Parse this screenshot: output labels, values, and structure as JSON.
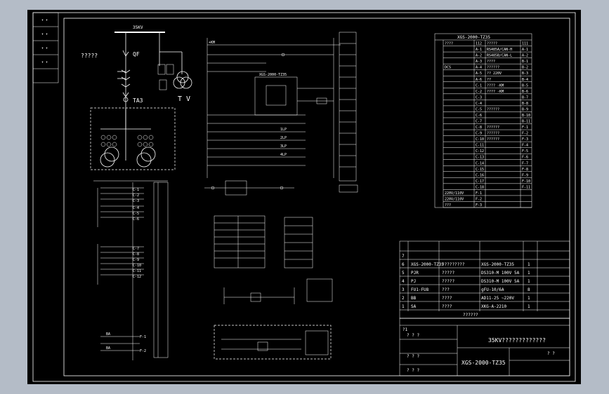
{
  "drawing": {
    "bus_label": "35KV",
    "placeholder_label": "?????",
    "qf_label": "QF",
    "ta_label": "TA3",
    "tv_label": "T V",
    "unit_label": "XGS-2000-TZ35"
  },
  "terminal_table": {
    "title": "XGS-2000-TZ35",
    "rows": [
      {
        "a": "????",
        "b": "112",
        "c": "?????",
        "d": "111"
      },
      {
        "a": "",
        "b": "A-1",
        "c": "RS485A/CAN-H",
        "d": "A-1"
      },
      {
        "a": "",
        "b": "A-2",
        "c": "RS485B/CAN-L",
        "d": "A-2"
      },
      {
        "a": "",
        "b": "A-3",
        "c": "????",
        "d": "B-1"
      },
      {
        "a": "DCS",
        "b": "A-4",
        "c": "??????",
        "d": "B-2"
      },
      {
        "a": "",
        "b": "A-5",
        "c": "?? 220V",
        "d": "B-3"
      },
      {
        "a": "",
        "b": "A-6",
        "c": "??",
        "d": "B-4"
      },
      {
        "a": "",
        "b": "C-1",
        "c": "???? -KM",
        "d": "B-5"
      },
      {
        "a": "",
        "b": "C-2",
        "c": "???? -KM",
        "d": "B-6"
      },
      {
        "a": "",
        "b": "C-3",
        "c": "",
        "d": "B-7"
      },
      {
        "a": "",
        "b": "C-4",
        "c": "",
        "d": "B-8"
      },
      {
        "a": "",
        "b": "C-5",
        "c": "??????",
        "d": "B-9"
      },
      {
        "a": "",
        "b": "C-6",
        "c": "",
        "d": "B-10"
      },
      {
        "a": "",
        "b": "C-7",
        "c": "",
        "d": "B-11"
      },
      {
        "a": "",
        "b": "C-8",
        "c": "??????",
        "d": "F-1"
      },
      {
        "a": "",
        "b": "C-9",
        "c": "??????",
        "d": "F-2"
      },
      {
        "a": "",
        "b": "C-10",
        "c": "??????",
        "d": "F-3"
      },
      {
        "a": "",
        "b": "C-11",
        "c": "",
        "d": "F-4"
      },
      {
        "a": "",
        "b": "C-12",
        "c": "",
        "d": "F-5"
      },
      {
        "a": "",
        "b": "C-13",
        "c": "",
        "d": "F-6"
      },
      {
        "a": "",
        "b": "C-14",
        "c": "",
        "d": "F-7"
      },
      {
        "a": "",
        "b": "C-15",
        "c": "",
        "d": "F-8"
      },
      {
        "a": "",
        "b": "C-16",
        "c": "",
        "d": "F-9"
      },
      {
        "a": "",
        "b": "C-17",
        "c": "",
        "d": "F-10"
      },
      {
        "a": "",
        "b": "C-18",
        "c": "",
        "d": "F-11"
      },
      {
        "a": "220V/110V",
        "b": "F-1",
        "c": "",
        "d": ""
      },
      {
        "a": "220V/110V",
        "b": "F-2",
        "c": "",
        "d": ""
      },
      {
        "a": "???",
        "b": "F-3",
        "c": "",
        "d": ""
      }
    ]
  },
  "bom_table": {
    "rows": [
      {
        "no": "7",
        "code": "",
        "name": "",
        "model": "",
        "qty": ""
      },
      {
        "no": "6",
        "code": "XGS-2000-TZ35",
        "name": "?????????",
        "model": "XGS-2000-TZ35",
        "qty": "1"
      },
      {
        "no": "5",
        "code": "PJR",
        "name": "?????",
        "model": "DS310-M 100V  5A",
        "qty": "1"
      },
      {
        "no": "4",
        "code": "PJ",
        "name": "?????",
        "model": "DS310-M 100V  5A",
        "qty": "1"
      },
      {
        "no": "3",
        "code": "FU1-FU8",
        "name": "???",
        "model": "gFU-10/6A",
        "qty": "8"
      },
      {
        "no": "2",
        "code": "BB",
        "name": "????",
        "model": "AD11-25  ~220V",
        "qty": "1"
      },
      {
        "no": "1",
        "code": "SA",
        "name": "????",
        "model": "XKG-A-2210",
        "qty": "1"
      }
    ],
    "header": "??????"
  },
  "title_block": {
    "title": "35KV?????????????",
    "drawing_no": "XGS-2000-TZ35"
  }
}
